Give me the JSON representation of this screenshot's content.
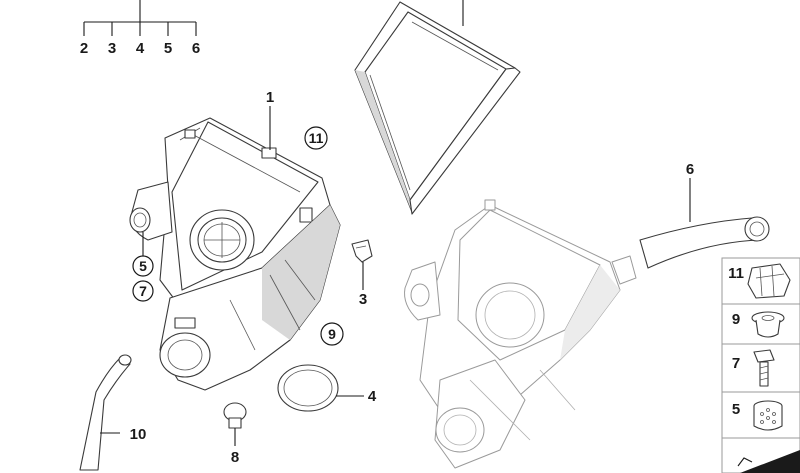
{
  "diagram": {
    "group_header_numbers": [
      "2",
      "3",
      "4",
      "5",
      "6"
    ],
    "callouts": {
      "p1": "1",
      "p3": "3",
      "p4": "4",
      "p5": "5",
      "p6": "6",
      "p7": "7",
      "p8": "8",
      "p9": "9",
      "p10": "10",
      "p11": "11"
    },
    "legend_items": [
      "11",
      "9",
      "7",
      "5"
    ]
  }
}
